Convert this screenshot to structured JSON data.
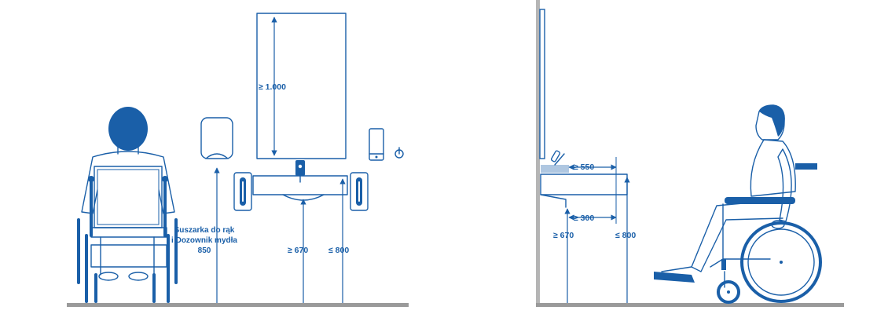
{
  "front": {
    "mirror_height": "≥ 1.000",
    "dryer_note_line1": "Suszarka do rąk",
    "dryer_note_line2": "i Dozownik mydła",
    "dryer_note_value": "850",
    "sink_clearance": "≥ 670",
    "sink_top": "≤ 800"
  },
  "side": {
    "sink_depth": "≥ 550",
    "knee_depth": "≥ 300",
    "knee_clearance": "≥ 670",
    "sink_height": "≤ 800"
  },
  "colors": {
    "accent": "#1a5fa8",
    "floor": "#9a9a9a",
    "wall": "#b5b5b5"
  }
}
